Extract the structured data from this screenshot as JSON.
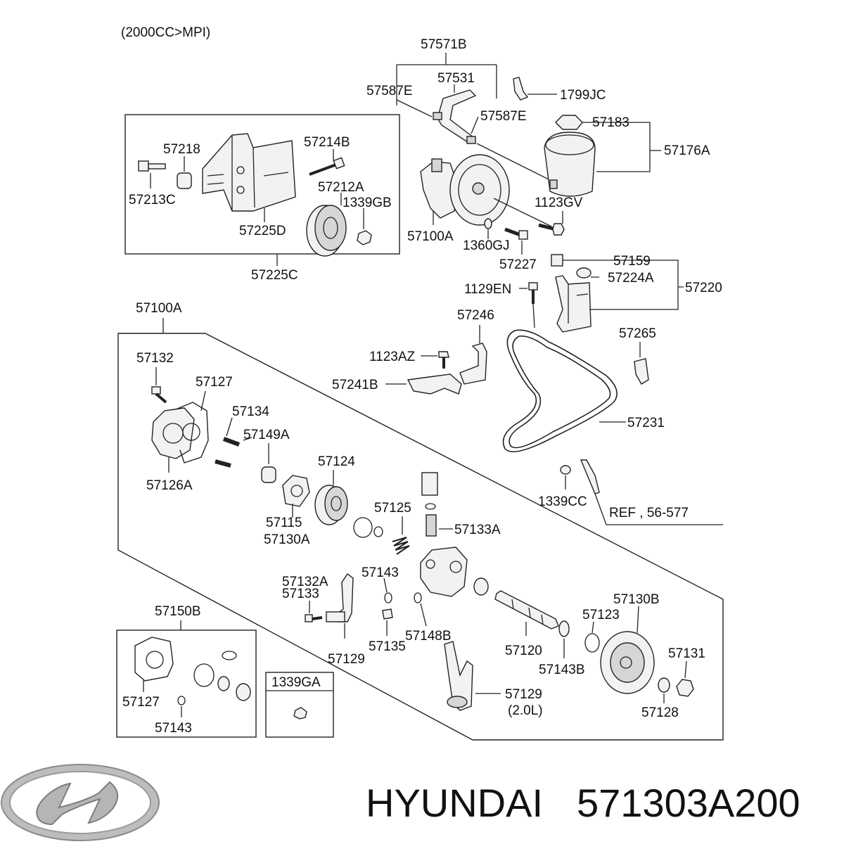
{
  "header": {
    "variant": "(2000CC>MPI)"
  },
  "brand": {
    "name": "HYUNDAI",
    "part_number": "571303A200",
    "logo_icon": "hyundai-logo-icon"
  },
  "labels": {
    "l57571B": "57571B",
    "l57531": "57531",
    "l57587E_a": "57587E",
    "l57587E_b": "57587E",
    "l1799JC": "1799JC",
    "l57183": "57183",
    "l57176A": "57176A",
    "l57218": "57218",
    "l57214B": "57214B",
    "l57213C": "57213C",
    "l57212A": "57212A",
    "l1339GB": "1339GB",
    "l57225D": "57225D",
    "l57225C": "57225C",
    "l57100A_top": "57100A",
    "l1360GJ": "1360GJ",
    "l1123GV": "1123GV",
    "l57227": "57227",
    "l57159": "57159",
    "l57224A": "57224A",
    "l57220": "57220",
    "l1129EN": "1129EN",
    "l57100A_group": "57100A",
    "l57246": "57246",
    "l57265": "57265",
    "l1123AZ": "1123AZ",
    "l57241B": "57241B",
    "l57231": "57231",
    "l1339CC": "1339CC",
    "l_ref": "REF , 56-577",
    "l57132": "57132",
    "l57127_a": "57127",
    "l57134": "57134",
    "l57149A": "57149A",
    "l57126A": "57126A",
    "l57124": "57124",
    "l57115": "57115",
    "l57130A": "57130A",
    "l57125": "57125",
    "l57133A": "57133A",
    "l57143_a": "57143",
    "l57132A": "57132A",
    "l57133": "57133",
    "l57135": "57135",
    "l57148B": "57148B",
    "l57129_a": "57129",
    "l57120": "57120",
    "l57143B": "57143B",
    "l57123": "57123",
    "l57130B": "57130B",
    "l57131": "57131",
    "l57128": "57128",
    "l57129_b": "57129",
    "l2_0L": "(2.0L)",
    "l57150B": "57150B",
    "l57127_b": "57127",
    "l57143_b": "57143",
    "l1339GA": "1339GA"
  }
}
